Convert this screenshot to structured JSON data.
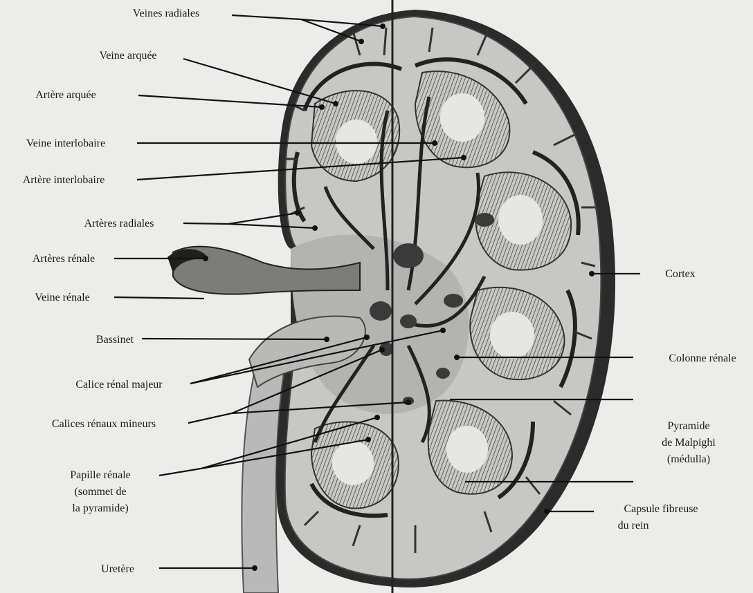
{
  "labels": {
    "veines_radiales": "Veines radiales",
    "veine_arquee": "Veine arquée",
    "artere_arquee": "Artère arquée",
    "veine_interlobaire": "Veine interlobaire",
    "artere_interlobaire": "Artère interlobaire",
    "arteres_radiales": "Artères radiales",
    "arteres_renale": "Artères rénale",
    "veine_renale": "Veine rénale",
    "bassinet": "Bassinet",
    "calice_majeur": "Calice rénal majeur",
    "calices_mineurs": "Calices rénaux mineurs",
    "papille_l1": "Papille rénale",
    "papille_l2": "(sommet de",
    "papille_l3": "la pyramide)",
    "uretere": "Uretère",
    "cortex": "Cortex",
    "colonne": "Colonne rénale",
    "pyramide_l1": "Pyramide",
    "pyramide_l2": "de Malpighi",
    "pyramide_l3": "(médulla)",
    "capsule_l1": "Capsule fibreuse",
    "capsule_l2": "du rein"
  }
}
